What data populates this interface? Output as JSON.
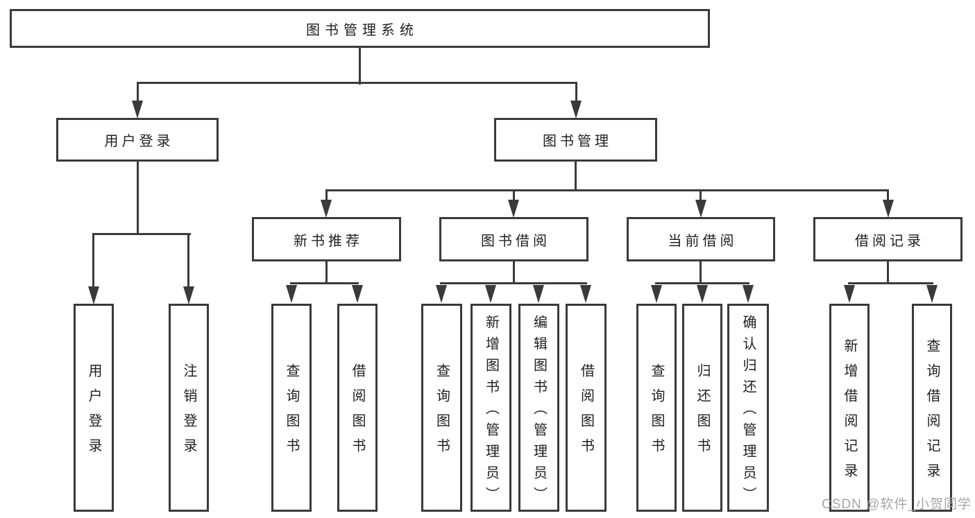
{
  "diagram_type": "hierarchy-tree",
  "colors": {
    "line": "#3a3a3a",
    "text": "#1f1f1f",
    "wm": "#a6a6a6",
    "bg": "#ffffff"
  },
  "tree": {
    "label": "图书管理系统",
    "children": [
      {
        "label": "用户登录",
        "children": [
          {
            "label": "用户登录"
          },
          {
            "label": "注销登录"
          }
        ]
      },
      {
        "label": "图书管理",
        "children": [
          {
            "label": "新书推荐",
            "children": [
              {
                "label": "查询图书"
              },
              {
                "label": "借阅图书"
              }
            ]
          },
          {
            "label": "图书借阅",
            "children": [
              {
                "label": "查询图书"
              },
              {
                "label": "新增图书（管理员）"
              },
              {
                "label": "编辑图书（管理员）"
              },
              {
                "label": "借阅图书"
              }
            ]
          },
          {
            "label": "当前借阅",
            "children": [
              {
                "label": "查询图书"
              },
              {
                "label": "归还图书"
              },
              {
                "label": "确认归还（管理员）"
              }
            ]
          },
          {
            "label": "借阅记录",
            "children": [
              {
                "label": "新增借阅记录"
              },
              {
                "label": "查询借阅记录"
              }
            ]
          }
        ]
      }
    ]
  },
  "watermark": {
    "text": "CSDN @软件_小贺同学"
  }
}
